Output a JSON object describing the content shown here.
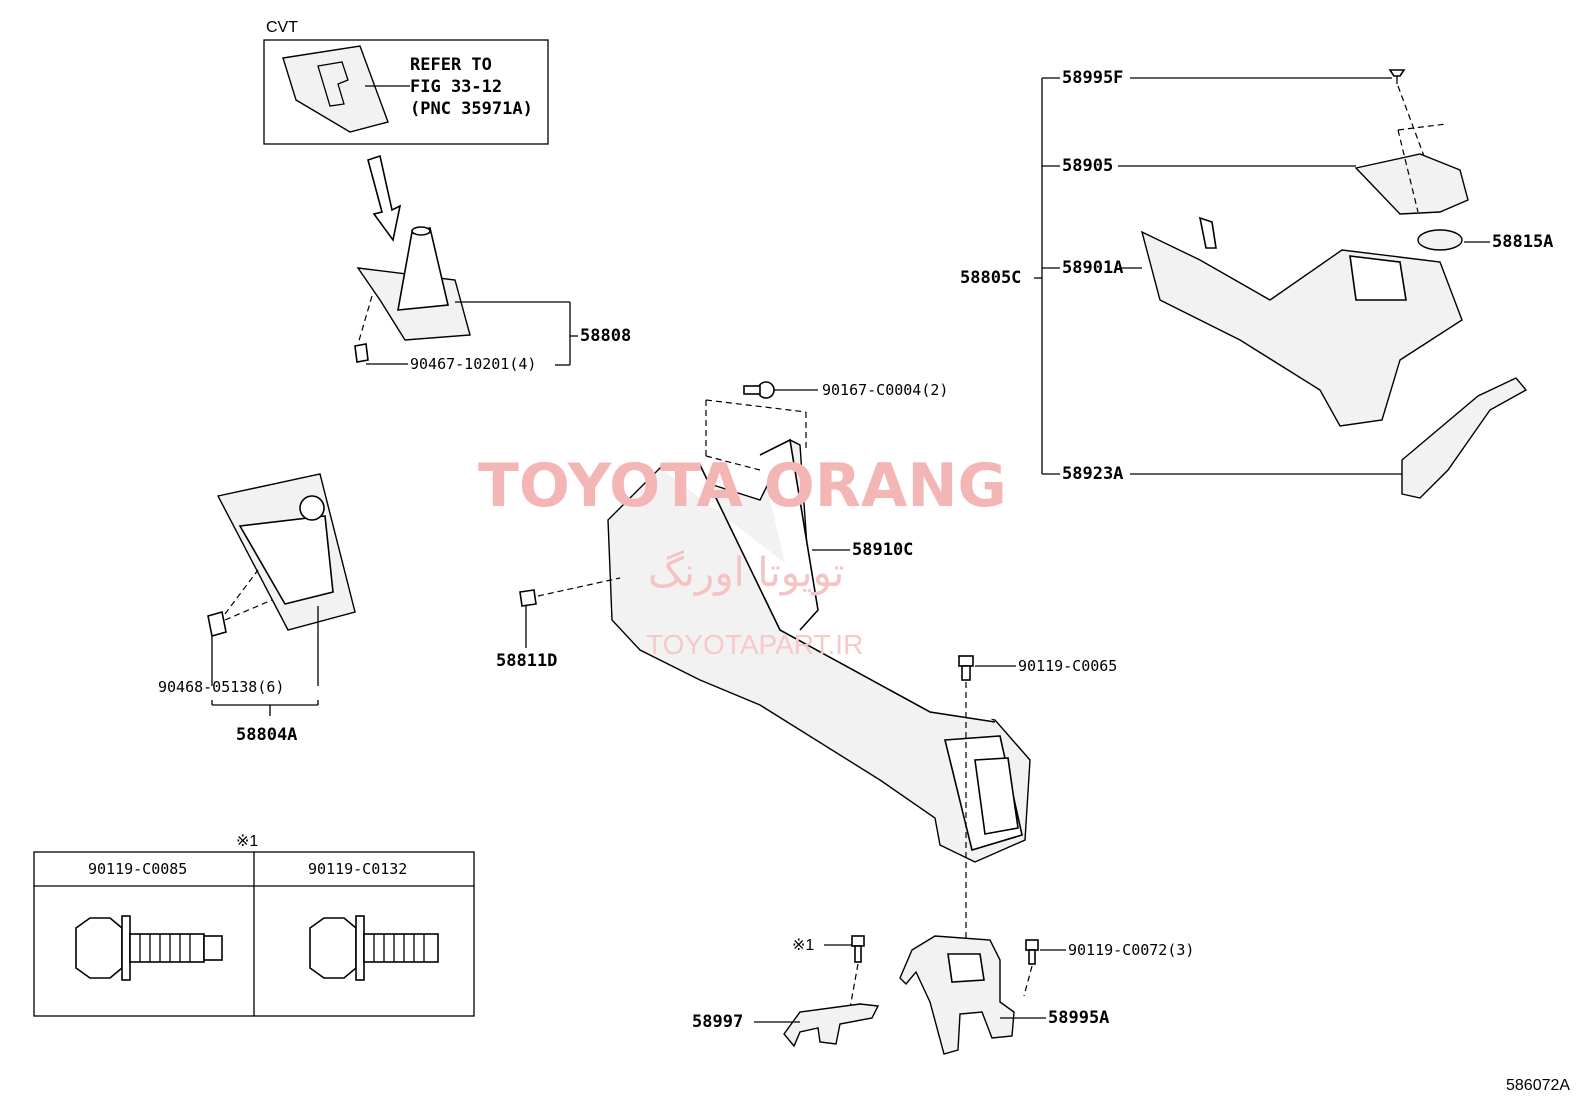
{
  "cvt_label": "CVT",
  "refer": {
    "line1": "REFER TO",
    "line2": "FIG 33-12",
    "line3": "(PNC 35971A)"
  },
  "parts": {
    "p58808": "58808",
    "p90467": "90467-10201(4)",
    "p90468": "90468-05138(6)",
    "p58804A": "58804A",
    "p58995F": "58995F",
    "p58905": "58905",
    "p58815A": "58815A",
    "p58805C": "58805C",
    "p58901A": "58901A",
    "p58923A": "58923A",
    "p90167": "90167-C0004(2)",
    "p58910C": "58910C",
    "p58811D": "58811D",
    "p90119_0065": "90119-C0065",
    "p90119_0072": "90119-C0072(3)",
    "p58997": "58997",
    "p58995A": "58995A",
    "ref_mark_bolt": "※1"
  },
  "bolt_table": {
    "mark": "※1",
    "col1": "90119-C0085",
    "col2": "90119-C0132"
  },
  "watermark": {
    "main": "TOYOTA ORANG",
    "persian": "تویوتا اورنگ",
    "url": "TOYOTAPART.IR"
  },
  "figure_code": "586072A",
  "colors": {
    "watermark": "#f4b5b5",
    "line": "#000000"
  }
}
